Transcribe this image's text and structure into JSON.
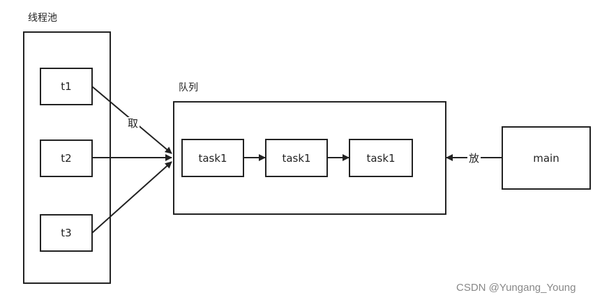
{
  "pool": {
    "title": "线程池",
    "threads": [
      "t1",
      "t2",
      "t3"
    ]
  },
  "queue": {
    "title": "队列",
    "tasks": [
      "task1",
      "task1",
      "task1"
    ]
  },
  "producer": {
    "label": "main"
  },
  "edges": {
    "take_label": "取",
    "put_label": "放"
  },
  "watermark": "CSDN @Yungang_Young"
}
